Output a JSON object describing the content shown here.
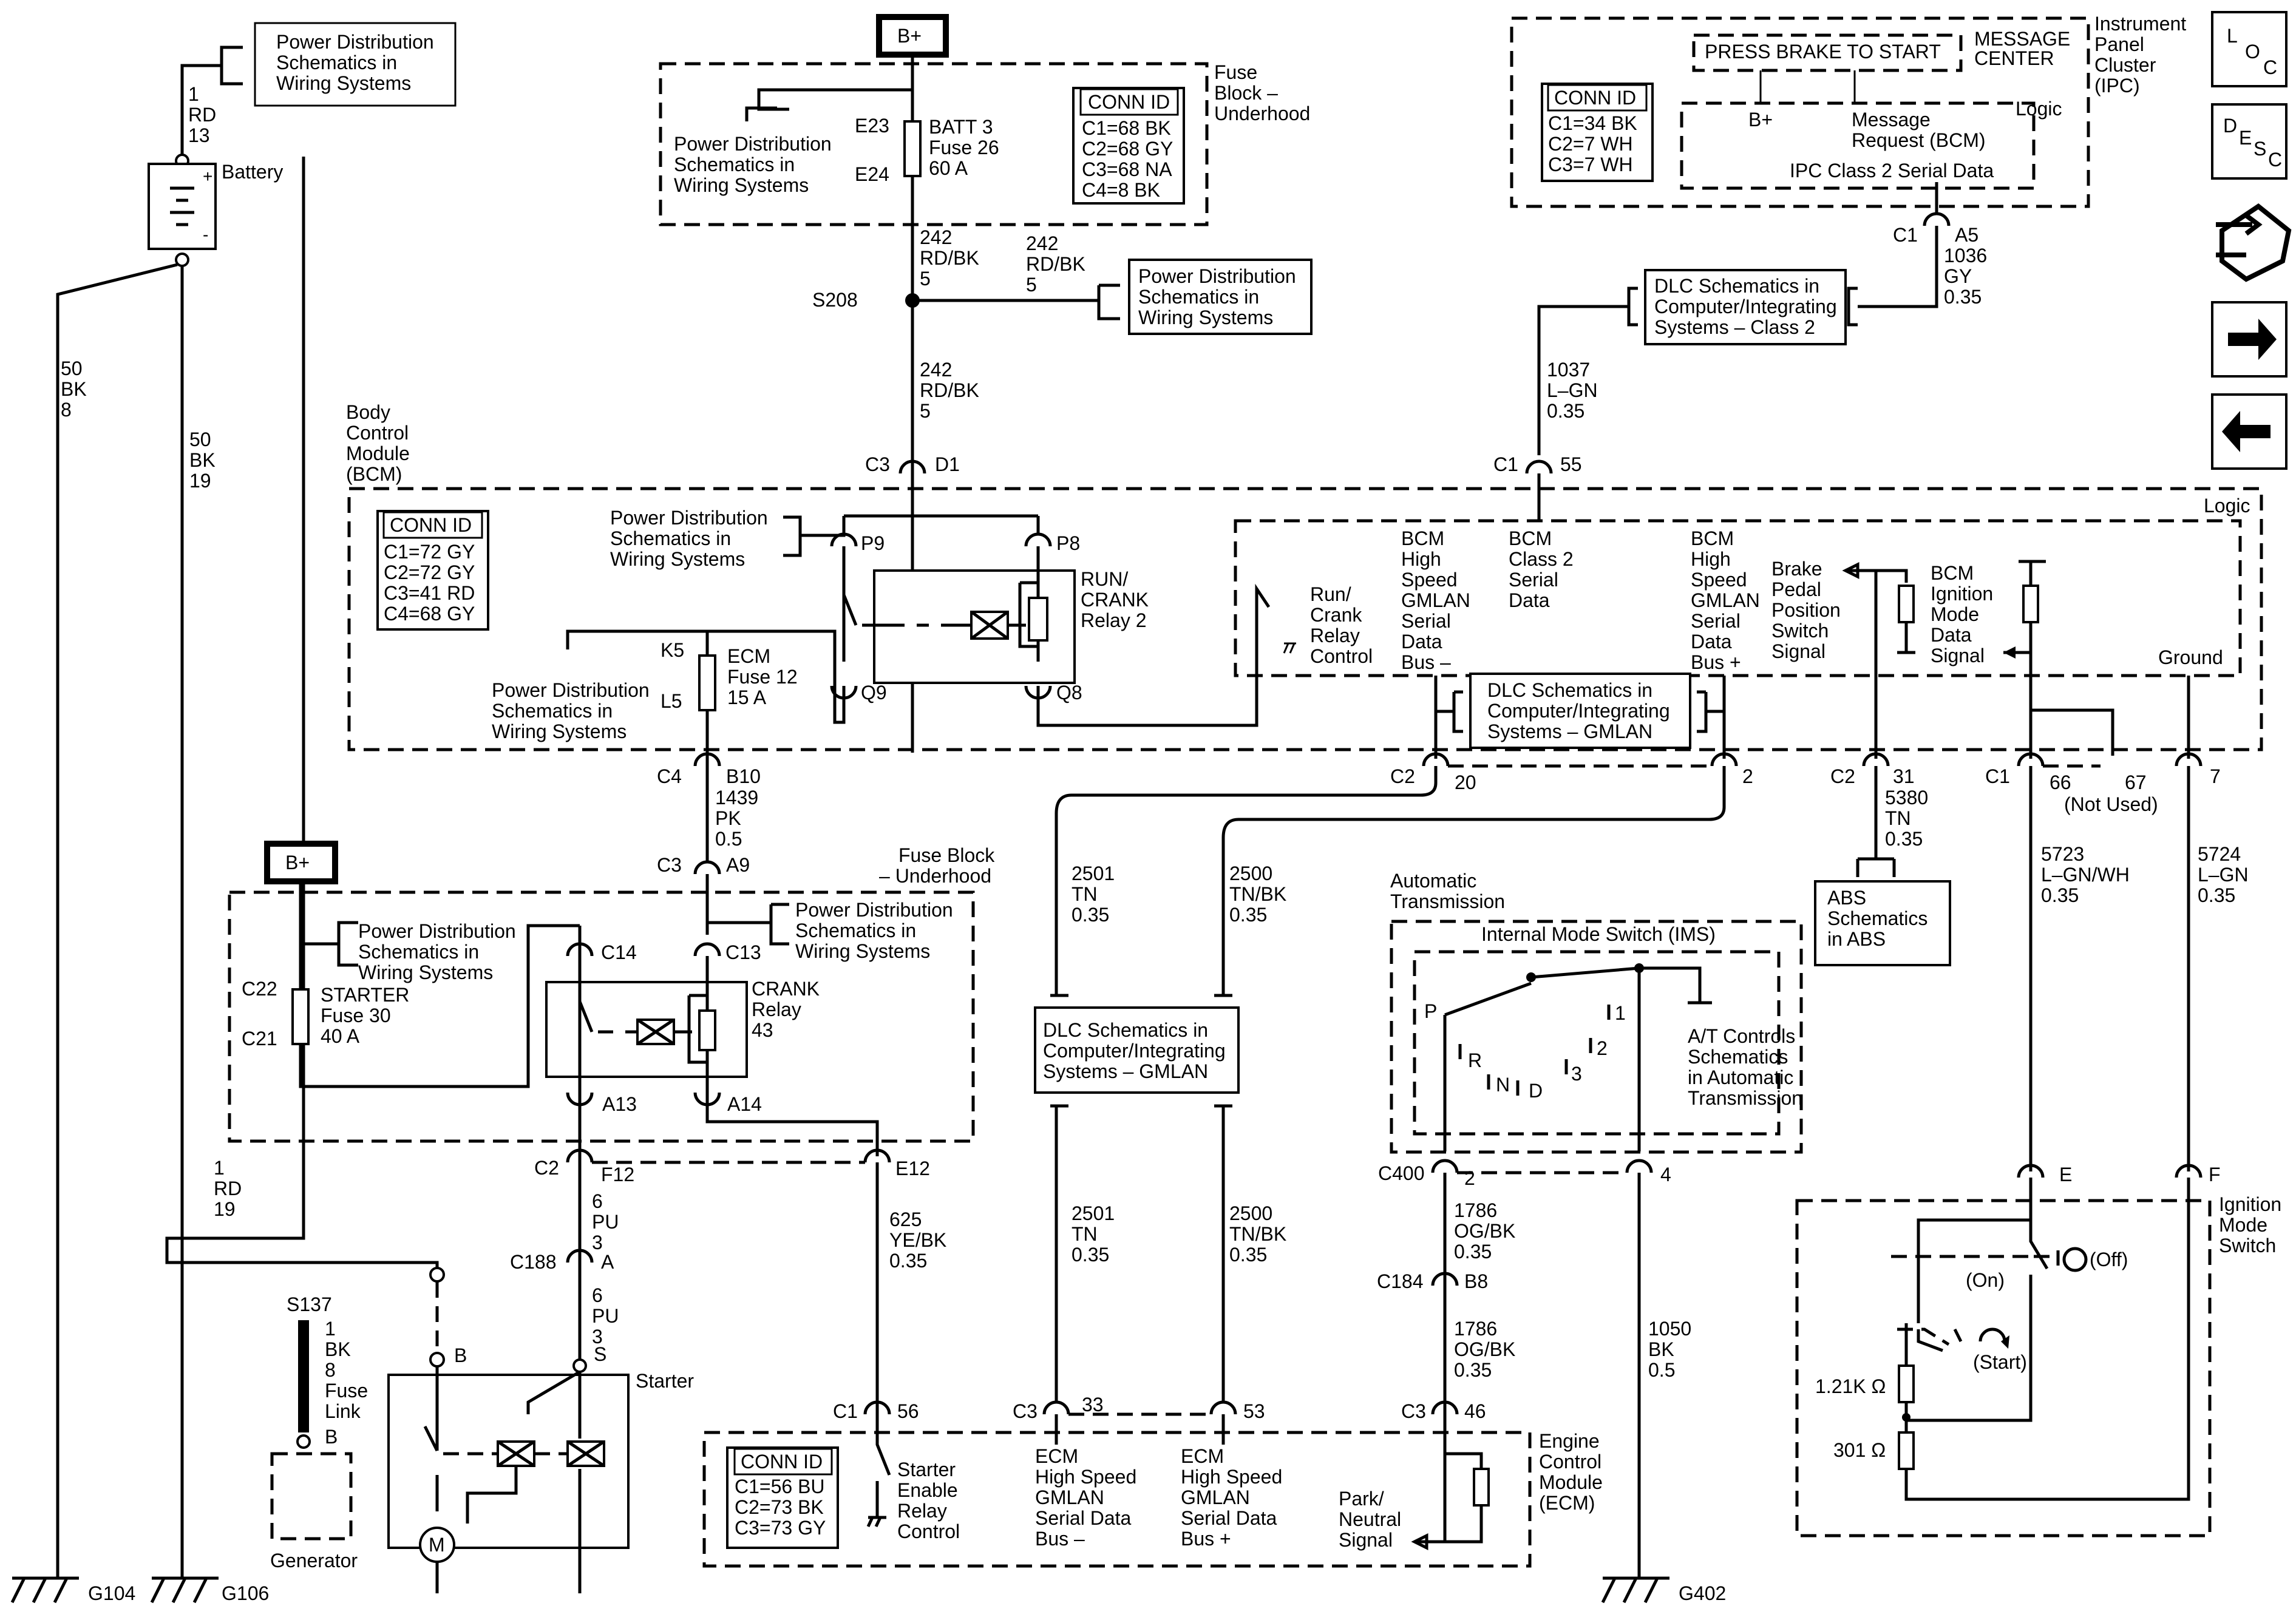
{
  "nav": {
    "loc_label": "LOC",
    "desc_label": "DESC"
  },
  "battery_section": {
    "pd_ref": [
      "Power Distribution",
      "Schematics in",
      "Wiring Systems"
    ],
    "wire_top": [
      "1",
      "RD",
      "13"
    ],
    "battery_label": "Battery",
    "wire_g104": [
      "50",
      "BK",
      "8"
    ],
    "wire_g106": [
      "50",
      "BK",
      "19"
    ],
    "wire_rd19": [
      "1",
      "RD",
      "19"
    ],
    "ground_g104": "G104",
    "ground_g106": "G106"
  },
  "fuse_block_top": {
    "bplus": "B+",
    "title": [
      "Fuse",
      "Block –",
      "Underhood"
    ],
    "pd_ref": [
      "Power Distribution",
      "Schematics in",
      "Wiring Systems"
    ],
    "fuse_pins": [
      "E23",
      "E24"
    ],
    "fuse_label": [
      "BATT 3",
      "Fuse 26",
      "60 A"
    ],
    "conn_title": "CONN ID",
    "conn_rows": [
      "C1=68 BK",
      "C2=68 GY",
      "C3=68 NA",
      "C4=8 BK"
    ]
  },
  "splice_s208": {
    "wire_left": [
      "242",
      "RD/BK",
      "5"
    ],
    "wire_right": [
      "242",
      "RD/BK",
      "5"
    ],
    "splice": "S208",
    "pd_ref": [
      "Power Distribution",
      "Schematics in",
      "Wiring Systems"
    ],
    "wire_down": [
      "242",
      "RD/BK",
      "5"
    ]
  },
  "ipc": {
    "title": [
      "Instrument",
      "Panel",
      "Cluster",
      "(IPC)"
    ],
    "press_brake": "PRESS BRAKE TO START",
    "message_center": [
      "MESSAGE",
      "CENTER"
    ],
    "conn_title": "CONN ID",
    "conn_rows": [
      "C1=34 BK",
      "C2=7 WH",
      "C3=7 WH"
    ],
    "bplus": "B+",
    "message_request": [
      "Message",
      "Request (BCM)"
    ],
    "logic": "Logic",
    "serial": "IPC Class 2 Serial Data",
    "connector": [
      "C1",
      "A5"
    ],
    "wire": [
      "1036",
      "GY",
      "0.35"
    ]
  },
  "dlc_class2": {
    "ref": [
      "DLC Schematics in",
      "Computer/Integrating",
      "Systems – Class 2"
    ],
    "wire": [
      "1037",
      "L–GN",
      "0.35"
    ]
  },
  "bcm": {
    "title": [
      "Body",
      "Control",
      "Module",
      "(BCM)"
    ],
    "conn_title": "CONN ID",
    "conn_rows": [
      "C1=72 GY",
      "C2=72 GY",
      "C3=41 RD",
      "C4=68 GY"
    ],
    "top_connector": [
      "C3",
      "D1"
    ],
    "class2_connector": [
      "C1",
      "55"
    ],
    "logic": "Logic",
    "pd_ref_1": [
      "Power Distribution",
      "Schematics in",
      "Wiring Systems"
    ],
    "pd_ref_2": [
      "Power Distribution",
      "Schematics in",
      "Wiring Systems"
    ],
    "relay_pins": [
      "P9",
      "P8",
      "Q9",
      "Q8"
    ],
    "relay_label": [
      "RUN/",
      "CRANK",
      "Relay 2"
    ],
    "fuse_pins": [
      "K5",
      "L5"
    ],
    "fuse_label": [
      "ECM",
      "Fuse 12",
      "15 A"
    ],
    "run_crank": [
      "Run/",
      "Crank",
      "Relay",
      "Control"
    ],
    "gmlan_minus": [
      "BCM",
      "High",
      "Speed",
      "GMLAN",
      "Serial",
      "Data",
      "Bus –"
    ],
    "class2": [
      "BCM",
      "Class 2",
      "Serial",
      "Data"
    ],
    "gmlan_plus": [
      "BCM",
      "High",
      "Speed",
      "GMLAN",
      "Serial",
      "Data",
      "Bus +"
    ],
    "brake": [
      "Brake",
      "Pedal",
      "Position",
      "Switch",
      "Signal"
    ],
    "ignition": [
      "BCM",
      "Ignition",
      "Mode",
      "Data",
      "Signal"
    ],
    "ground": "Ground",
    "dlc_gmlan": [
      "DLC Schematics in",
      "Computer/Integrating",
      "Systems – GMLAN"
    ],
    "bottom_connectors": {
      "c4_b10": [
        "C4",
        "B10"
      ],
      "c2_20": [
        "C2",
        "20"
      ],
      "c2_2": "2",
      "c2_31": [
        "C2",
        "31"
      ],
      "c1_66": [
        "C1",
        "66"
      ],
      "c1_67": "67",
      "not_used": "(Not Used)",
      "c1_7": "7"
    }
  },
  "mid_wires": {
    "w1439": [
      "1439",
      "PK",
      "0.5"
    ],
    "w2501": [
      "2501",
      "TN",
      "0.35"
    ],
    "w2500": [
      "2500",
      "TN/BK",
      "0.35"
    ],
    "w5380": [
      "5380",
      "TN",
      "0.35"
    ],
    "w5723": [
      "5723",
      "L–GN/WH",
      "0.35"
    ],
    "w5724": [
      "5724",
      "L–GN",
      "0.35"
    ],
    "abs": [
      "ABS",
      "Schematics",
      "in ABS"
    ]
  },
  "fuse_block_bottom": {
    "bplus": "B+",
    "title": [
      "Fuse Block",
      "– Underhood"
    ],
    "connector_top": [
      "C3",
      "A9"
    ],
    "pd_ref_1": [
      "Power Distribution",
      "Schematics in",
      "Wiring Systems"
    ],
    "pd_ref_2": [
      "Power Distribution",
      "Schematics in",
      "Wiring Systems"
    ],
    "fuse_pins": [
      "C22",
      "C21"
    ],
    "fuse_label": [
      "STARTER",
      "Fuse 30",
      "40 A"
    ],
    "pins": [
      "C14",
      "C13",
      "A13",
      "A14"
    ],
    "relay_label": [
      "CRANK",
      "Relay",
      "43"
    ],
    "connector_bottom": [
      "C2",
      "F12",
      "E12"
    ]
  },
  "starter_section": {
    "wire_pu_1": [
      "6",
      "PU",
      "3"
    ],
    "c188": [
      "C188",
      "A"
    ],
    "wire_pu_2": [
      "6",
      "PU",
      "3"
    ],
    "s_pin": "S",
    "b_pin": "B",
    "starter": "Starter",
    "s137": "S137",
    "fuse_link": [
      "1",
      "BK",
      "8",
      "Fuse",
      "Link"
    ],
    "gen_pin": "B",
    "generator": "Generator",
    "wire_625": [
      "625",
      "YE/BK",
      "0.35"
    ]
  },
  "dlc_gmlan_mid": {
    "ref": [
      "DLC Schematics in",
      "Computer/Integrating",
      "Systems – GMLAN"
    ],
    "w2501": [
      "2501",
      "TN",
      "0.35"
    ],
    "w2500": [
      "2500",
      "TN/BK",
      "0.35"
    ]
  },
  "ecm": {
    "title": [
      "Engine",
      "Control",
      "Module",
      "(ECM)"
    ],
    "conn_title": "CONN ID",
    "conn_rows": [
      "C1=56 BU",
      "C2=73 BK",
      "C3=73 GY"
    ],
    "c1_56": [
      "C1",
      "56"
    ],
    "c3_33": [
      "C3",
      "33"
    ],
    "c3_53": "53",
    "c3_46": [
      "C3",
      "46"
    ],
    "starter_enable": [
      "Starter",
      "Enable",
      "Relay",
      "Control"
    ],
    "gmlan_minus": [
      "ECM",
      "High Speed",
      "GMLAN",
      "Serial Data",
      "Bus –"
    ],
    "gmlan_plus": [
      "ECM",
      "High Speed",
      "GMLAN",
      "Serial Data",
      "Bus +"
    ],
    "park_neutral": [
      "Park/",
      "Neutral",
      "Signal"
    ]
  },
  "transmission": {
    "title": [
      "Automatic",
      "Transmission"
    ],
    "ims": "Internal Mode Switch (IMS)",
    "positions": [
      "P",
      "R",
      "N",
      "D",
      "3",
      "2",
      "1"
    ],
    "at_controls": [
      "A/T Controls",
      "Schematics",
      "in Automatic",
      "Transmission"
    ],
    "c400": [
      "C400",
      "2",
      "4"
    ],
    "w1786_a": [
      "1786",
      "OG/BK",
      "0.35"
    ],
    "c184": [
      "C184",
      "B8"
    ],
    "w1786_b": [
      "1786",
      "OG/BK",
      "0.35"
    ],
    "w1050": [
      "1050",
      "BK",
      "0.5"
    ],
    "g402": "G402"
  },
  "ignition_switch": {
    "title": [
      "Ignition",
      "Mode",
      "Switch"
    ],
    "pins": [
      "E",
      "F"
    ],
    "off": "(Off)",
    "on": "(On)",
    "start": "(Start)",
    "r1": "1.21K",
    "r2": "301",
    "ohm": "Ω"
  }
}
